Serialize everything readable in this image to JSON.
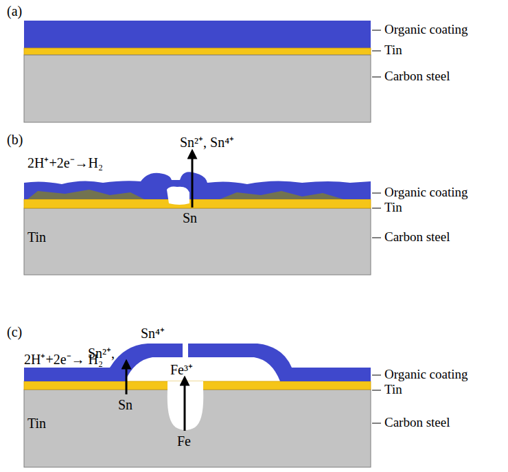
{
  "diagram": {
    "labels": [
      "(a)",
      "Organic coating",
      "Tin",
      "Carbon steel",
      "(b)",
      "2H⁺+2e⁻→H₂",
      "Sn²⁺, Sn⁴⁺",
      "Sn",
      "Tin",
      "Organic coating",
      "Tin",
      "Carbon steel",
      "(c)",
      "Sn⁴⁺",
      "Sn²⁺,",
      "2H⁺+2e⁻→ H₂",
      "Fe³⁺",
      "Sn",
      "Fe",
      "Tin",
      "Organic coating",
      "Tin",
      "Carbon steel"
    ]
  }
}
